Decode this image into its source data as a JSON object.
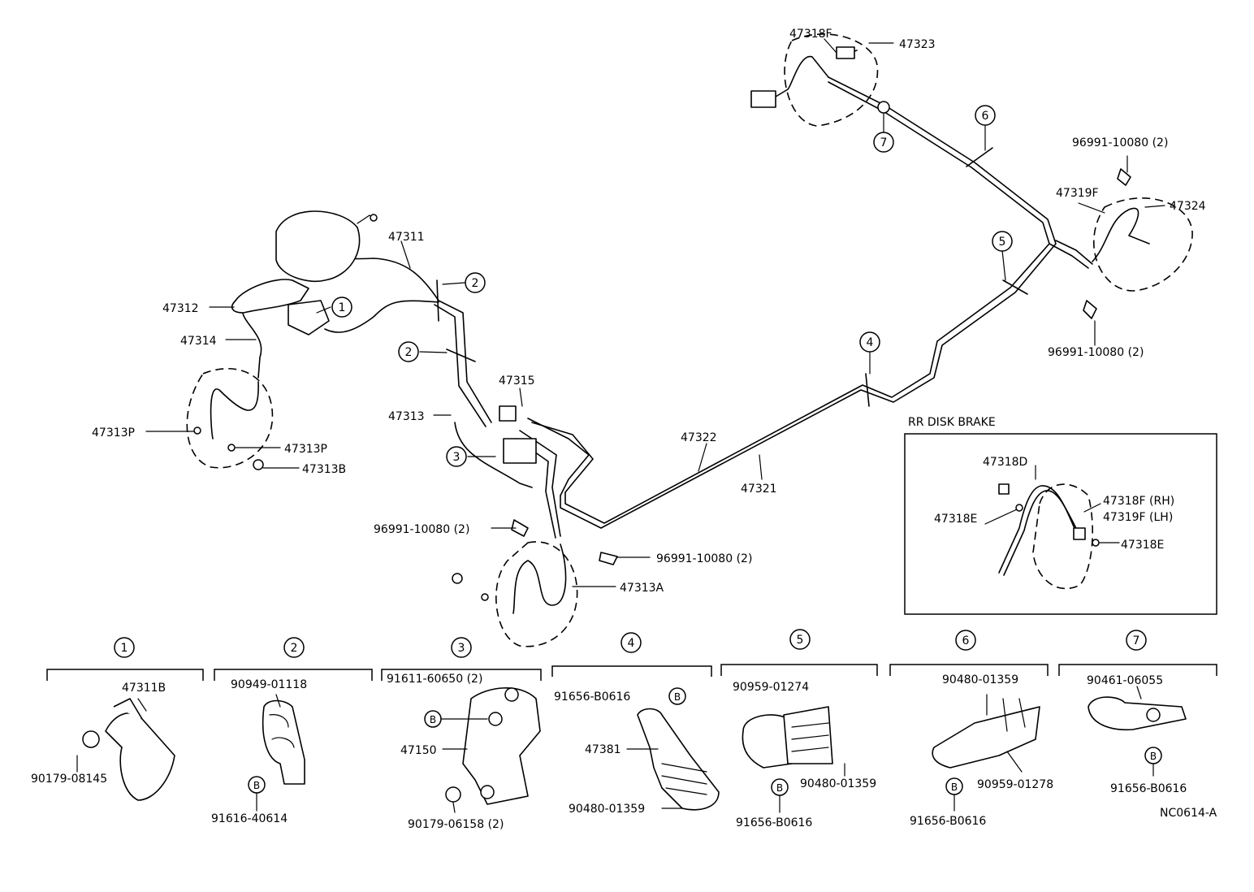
{
  "labels": {
    "p47311": "47311",
    "p47312": "47312",
    "p47314": "47314",
    "p47313P_left": "47313P",
    "p47313P_right": "47313P",
    "p47313B": "47313B",
    "p47315": "47315",
    "p47313": "47313",
    "p47322": "47322",
    "p47321": "47321",
    "p47313A": "47313A",
    "p47318F_top": "47318F",
    "p47323": "47323",
    "p47319F": "47319F",
    "p47324": "47324",
    "clip_top_right": "96991-10080 (2)",
    "clip_mid_right": "96991-10080 (2)",
    "clip_left": "96991-10080 (2)",
    "clip_front": "96991-10080 (2)"
  },
  "callouts": {
    "c1": "1",
    "c2a": "2",
    "c2b": "2",
    "c3": "3",
    "c4": "4",
    "c5": "5",
    "c6": "6",
    "c7": "7"
  },
  "inset": {
    "title": "RR DISK BRAKE",
    "p47318D": "47318D",
    "p47318E_left": "47318E",
    "p47318F_rh": "47318F (RH)",
    "p47319F_lh": "47319F (LH)",
    "p47318E_right": "47318E"
  },
  "groups": {
    "g1": {
      "num": "1",
      "part_a": "47311B",
      "part_b": "90179-08145"
    },
    "g2": {
      "num": "2",
      "part_a": "90949-01118",
      "part_b": "91616-40614",
      "marker": "B"
    },
    "g3": {
      "num": "3",
      "part_a": "91611-60650 (2)",
      "part_b": "47150",
      "part_c": "90179-06158 (2)",
      "marker": "B"
    },
    "g4": {
      "num": "4",
      "part_a": "91656-B0616",
      "part_b": "47381",
      "part_c": "90480-01359",
      "marker": "B"
    },
    "g5": {
      "num": "5",
      "part_a": "90959-01274",
      "part_b": "90480-01359",
      "part_c": "91656-B0616",
      "marker": "B"
    },
    "g6": {
      "num": "6",
      "part_a": "90480-01359",
      "part_b": "90959-01278",
      "part_c": "91656-B0616",
      "marker": "B"
    },
    "g7": {
      "num": "7",
      "part_a": "90461-06055",
      "part_b": "91656-B0616",
      "marker": "B"
    }
  },
  "diagram_code": "NC0614-A"
}
